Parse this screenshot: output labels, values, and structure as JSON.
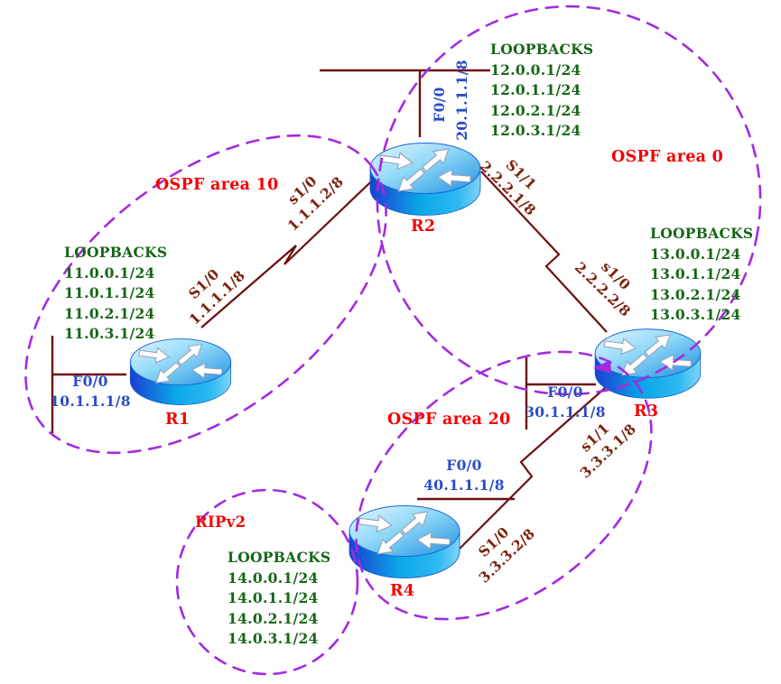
{
  "areas": {
    "area10": "OSPF area 10",
    "area0": "OSPF area 0",
    "area20": "OSPF area 20",
    "ripv2": "RIPv2"
  },
  "routers": {
    "r1": "R1",
    "r2": "R2",
    "r3": "R3",
    "r4": "R4"
  },
  "loopbacks": {
    "r1": {
      "title": "LOOPBACKS",
      "entries": [
        "11.0.0.1/24",
        "11.0.1.1/24",
        "11.0.2.1/24",
        "11.0.3.1/24"
      ]
    },
    "r2": {
      "title": "LOOPBACKS",
      "entries": [
        "12.0.0.1/24",
        "12.0.1.1/24",
        "12.0.2.1/24",
        "12.0.3.1/24"
      ]
    },
    "r3": {
      "title": "LOOPBACKS",
      "entries": [
        "13.0.0.1/24",
        "13.0.1.1/24",
        "13.0.2.1/24",
        "13.0.3.1/24"
      ]
    },
    "r4": {
      "title": "LOOPBACKS",
      "entries": [
        "14.0.0.1/24",
        "14.0.1.1/24",
        "14.0.2.1/24",
        "14.0.3.1/24"
      ]
    }
  },
  "ethernet": {
    "r1": {
      "name": "F0/0",
      "ip": "10.1.1.1/8"
    },
    "r2": {
      "name": "F0/0",
      "ip": "20.1.1.1/8"
    },
    "r3": {
      "name": "F0/0",
      "ip": "30.1.1.1/8"
    },
    "r4": {
      "name": "F0/0",
      "ip": "40.1.1.1/8"
    }
  },
  "serial": {
    "r1_s10": {
      "name": "S1/0",
      "ip": "1.1.1.1/8"
    },
    "r2_s10": {
      "name": "s1/0",
      "ip": "1.1.1.2/8"
    },
    "r2_s11": {
      "name": "S1/1",
      "ip": "2.2.2.1/8"
    },
    "r3_s10": {
      "name": "s1/0",
      "ip": "2.2.2.2/8"
    },
    "r3_s11": {
      "name": "s1/1",
      "ip": "3.3.3.1/8"
    },
    "r4_s10": {
      "name": "S1/0",
      "ip": "3.3.3.2/8"
    }
  },
  "colors": {
    "link_line": "#6e1012",
    "serial_label": "#7c2410",
    "ethernet_label": "#2a4cc8",
    "loopback_text": "#156615",
    "area_label": "#f40000",
    "router_label": "#f40000",
    "area_dash": "#a42ae0",
    "router_body": "#09a7e8"
  }
}
